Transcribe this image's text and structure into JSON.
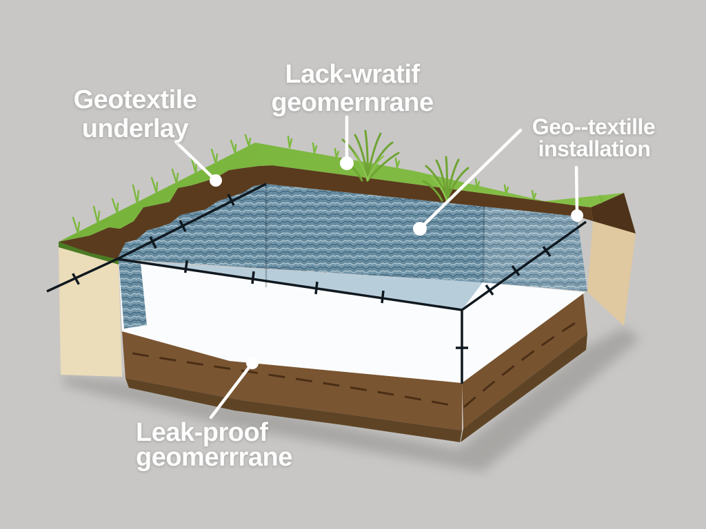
{
  "diagram": {
    "type": "pond-liner-cross-section-illustration",
    "labels": {
      "underlay": {
        "line1": "Geotextile",
        "line2": "underlay"
      },
      "membrane": {
        "line1": "Lack-wratif",
        "line2": "geomernrane"
      },
      "installation": {
        "line1": "Geo--textille",
        "line2": "installation"
      },
      "leakproof": {
        "line1": "Leak-proof",
        "line2": "geomerrrane"
      }
    },
    "colors": {
      "background": "#c8c7c5",
      "grass": "#7cb93e",
      "grass_dark_edge": "#4c7b24",
      "topsoil_rim": "#5a3b1d",
      "topsoil_rim_side": "#4e331a",
      "liner_base": "#7296aa",
      "liner_weave_dark": "#41657c",
      "liner_weave_light": "#d7e3e9",
      "water_shelf": "#b7cdda",
      "pond_floor": "#fafcfd",
      "subsoil_left": "#ebdcba",
      "subsoil_right": "#e0c8a0",
      "cross_section_soil_left": "#7a5531",
      "cross_section_soil_right": "#775330",
      "cross_section_soil_dark": "#5e4425",
      "dimension_line": "#10181f",
      "leader": "#ffffff",
      "label_text": "#fdfdfd"
    }
  }
}
